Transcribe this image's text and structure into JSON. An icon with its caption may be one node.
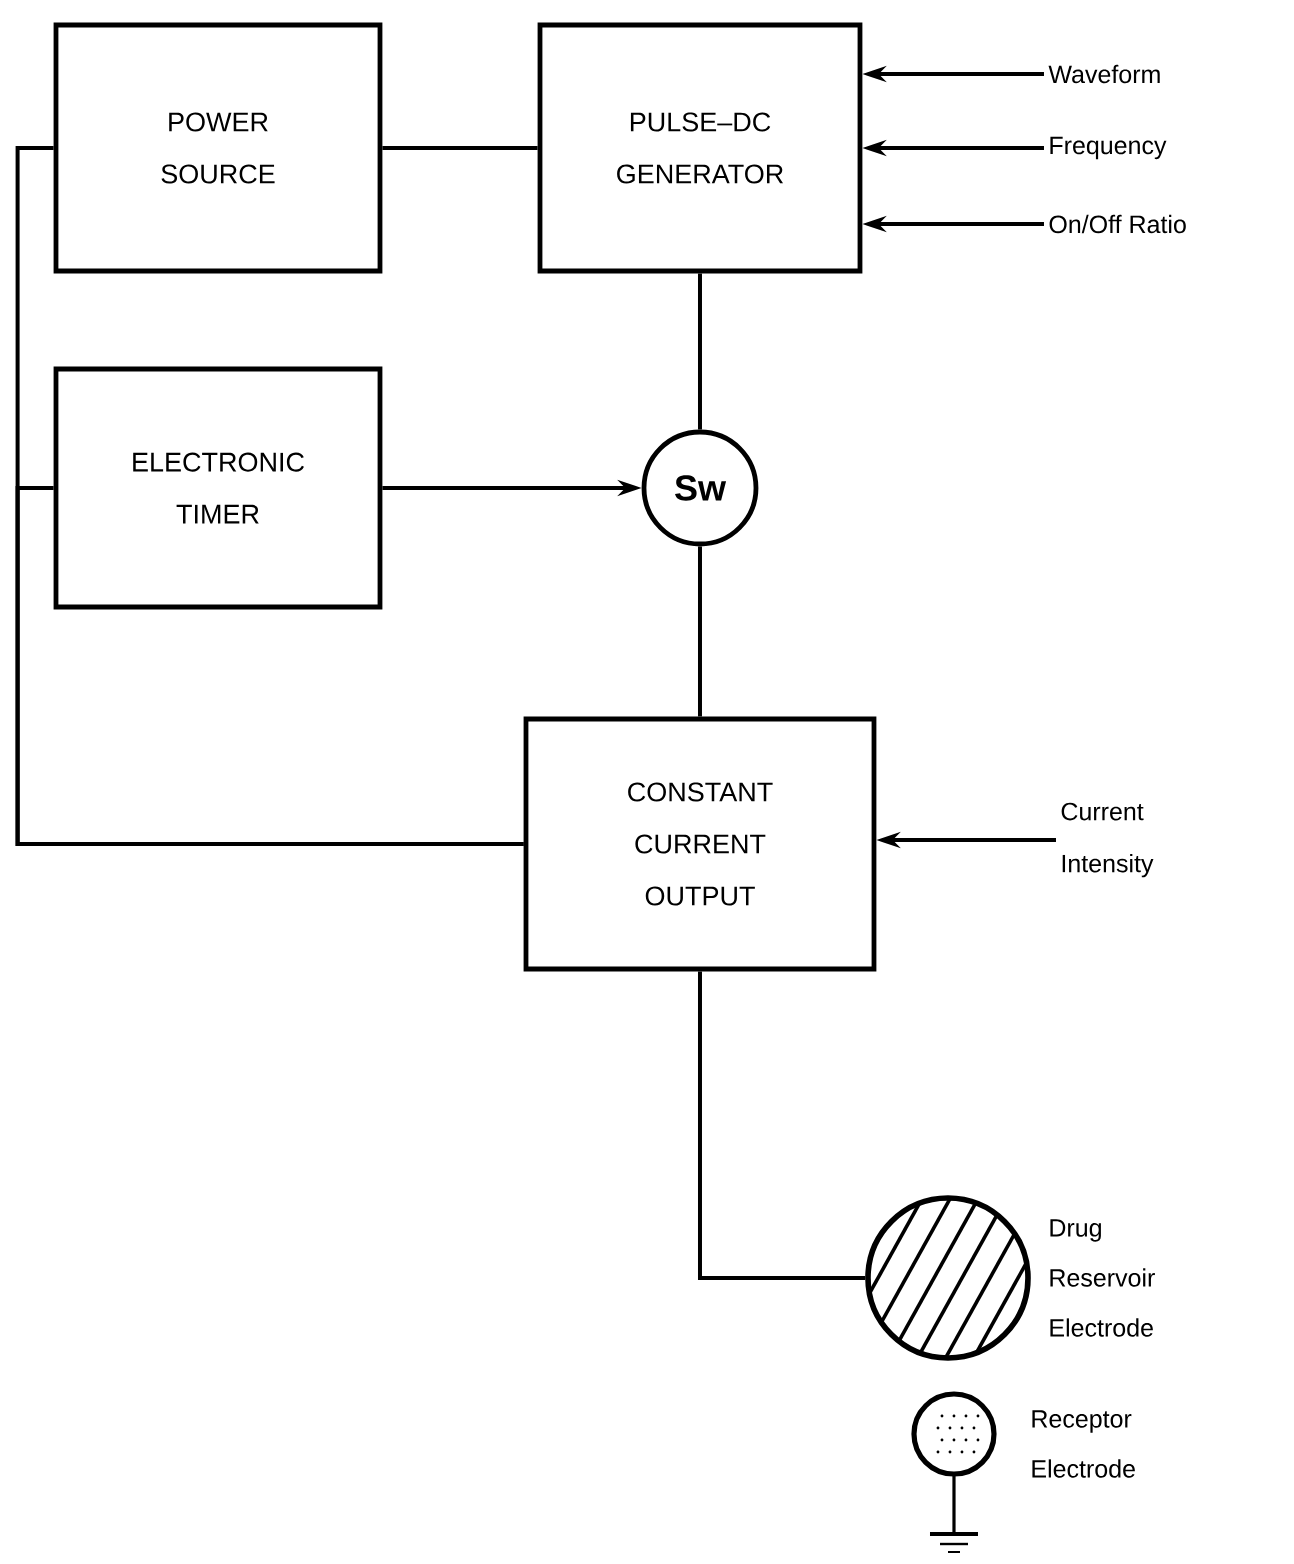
{
  "diagram": {
    "nodes": [
      {
        "text": [
          "POWER SOURCE"
        ]
      },
      {
        "text": [
          "PULSE–DC GENERATOR"
        ]
      },
      {
        "text": [
          "ELECTRONIC TIMER"
        ]
      },
      {
        "text": [
          "Sw"
        ]
      },
      {
        "text": [
          "CONSTANT CURRENT OUTPUT"
        ]
      },
      {
        "text": [
          "Waveform"
        ]
      },
      {
        "text": [
          "Frequency"
        ]
      },
      {
        "text": [
          "On/Off Ratio"
        ]
      },
      {
        "text": [
          "Current Intensity"
        ]
      },
      {
        "text": [],
        "shape": "circle",
        "beside": [
          "Drug Reservoir Electrode"
        ]
      },
      {
        "text": [],
        "shape": "circle",
        "beside": [
          "Receptor Electrode"
        ]
      }
    ],
    "edges": [
      {
        "from": 0,
        "to": 1,
        "arrow": "none"
      },
      {
        "from": 1,
        "to": 3,
        "arrow": "none"
      },
      {
        "from": 2,
        "to": 3,
        "arrow": "to"
      },
      {
        "from": 3,
        "to": 4,
        "arrow": "none"
      },
      {
        "from": 0,
        "to": 4,
        "arrow": "none"
      },
      {
        "from": 2,
        "to": 4,
        "arrow": "none"
      },
      {
        "from": 4,
        "to": 9,
        "arrow": "none"
      },
      {
        "from": 5,
        "to": 1,
        "arrow": "to"
      },
      {
        "from": 6,
        "to": 1,
        "arrow": "to"
      },
      {
        "from": 7,
        "to": 1,
        "arrow": "to"
      },
      {
        "from": 8,
        "to": 4,
        "arrow": "to"
      }
    ]
  }
}
